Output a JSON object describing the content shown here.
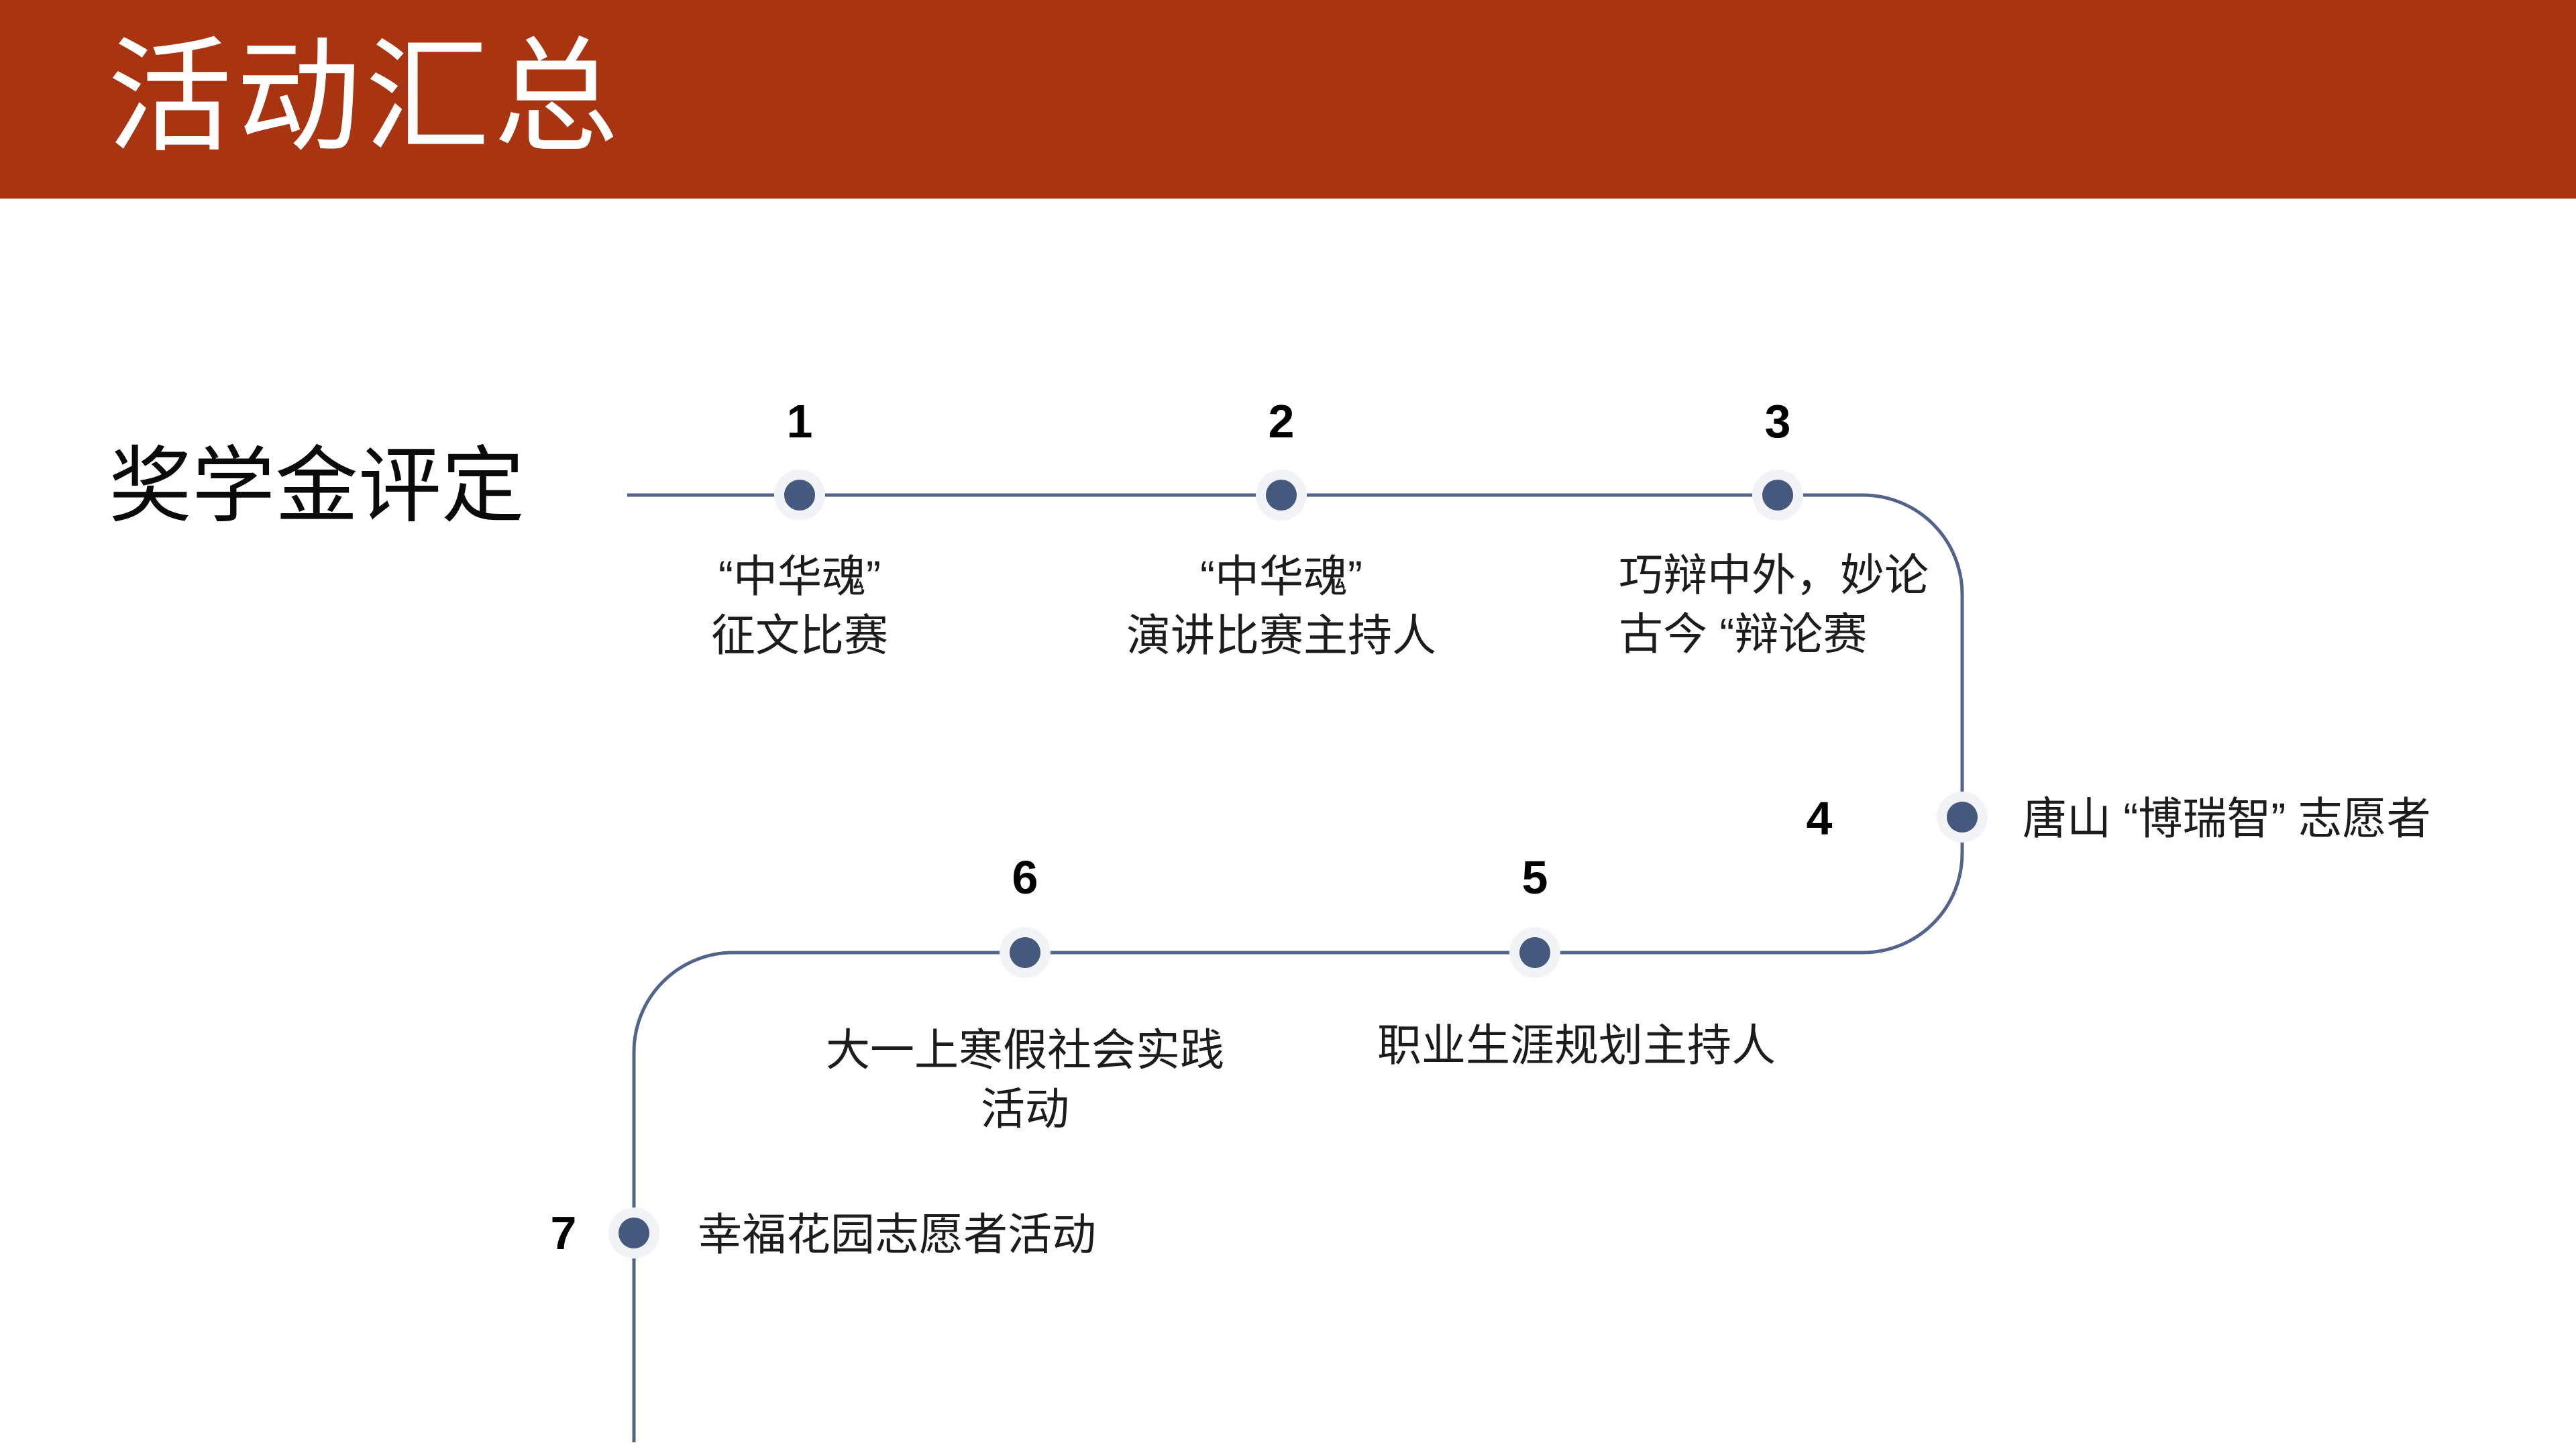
{
  "header": {
    "title": "活动汇总",
    "bg_color": "#A93412",
    "text_color": "#FFFFFF"
  },
  "section": {
    "label": "奖学金评定"
  },
  "colors": {
    "line": "#53648A",
    "dot": "#45587D",
    "halo": "#F2F3F6",
    "background": "#FFFFFF",
    "number_text": "#000000",
    "label_text": "#1C1C1C"
  },
  "timeline": {
    "items": [
      {
        "number": "1",
        "label": "“中华魂”\n征文比赛"
      },
      {
        "number": "2",
        "label": "“中华魂”\n演讲比赛主持人"
      },
      {
        "number": "3",
        "label": "巧辩中外，妙论\n古今 “辩论赛"
      },
      {
        "number": "4",
        "label": "唐山 “博瑞智” 志愿者"
      },
      {
        "number": "5",
        "label": "职业生涯规划主持人"
      },
      {
        "number": "6",
        "label": "大一上寒假社会实践\n活动"
      },
      {
        "number": "7",
        "label": "幸福花园志愿者活动"
      }
    ]
  }
}
